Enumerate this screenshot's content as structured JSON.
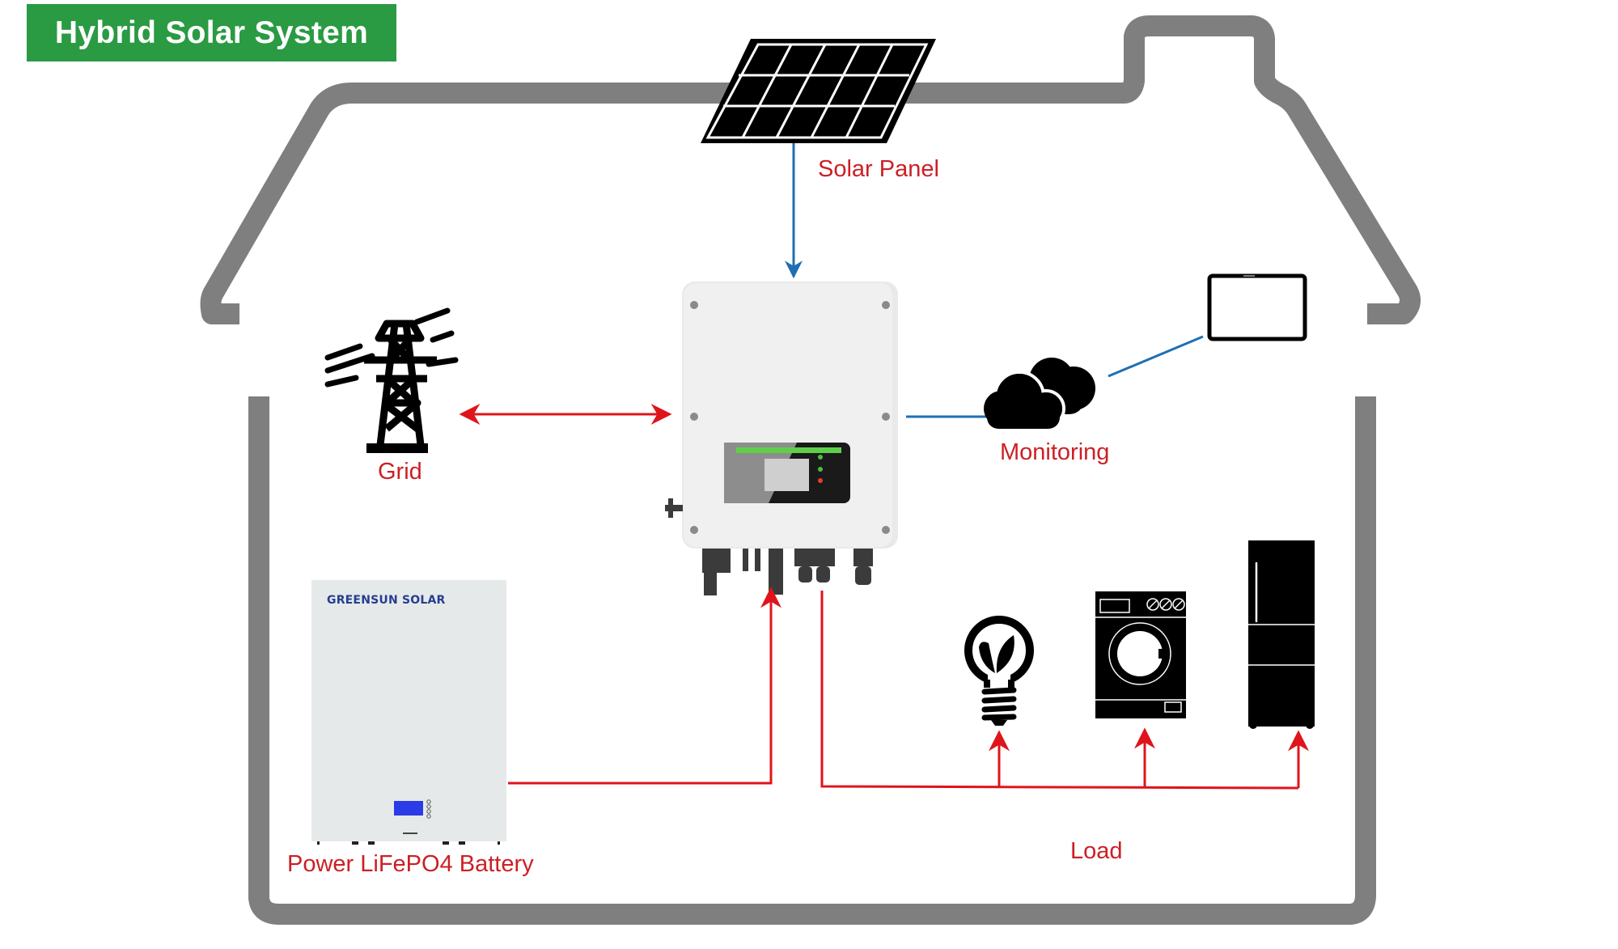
{
  "title": "Hybrid Solar System",
  "colors": {
    "title_bg": "#2a9a43",
    "label_text": "#cc1f25",
    "power_line": "#e0141b",
    "data_line": "#1f6fb2",
    "house_outline": "#7f7f7f",
    "battery_brand": "#233f8f"
  },
  "components": {
    "solar_panel": {
      "label": "Solar Panel",
      "icon": "solar-panel-icon"
    },
    "grid": {
      "label": "Grid",
      "icon": "power-tower-icon"
    },
    "inverter": {
      "label": "",
      "icon": "hybrid-inverter-icon"
    },
    "monitoring": {
      "label": "Monitoring",
      "icon": "cloud-icon",
      "device_icon": "tablet-icon"
    },
    "battery": {
      "label": "Power LiFePO4 Battery",
      "brand": "GREENSUN SOLAR",
      "icon": "battery-cabinet-icon"
    },
    "load": {
      "label": "Load",
      "appliances": [
        {
          "name": "Light bulb",
          "icon": "eco-lightbulb-icon"
        },
        {
          "name": "Washing machine",
          "icon": "washing-machine-icon"
        },
        {
          "name": "Refrigerator",
          "icon": "refrigerator-icon"
        }
      ]
    }
  },
  "connections": [
    {
      "from": "Solar Panel",
      "to": "Inverter",
      "type": "data-blue",
      "direction": "one-way"
    },
    {
      "from": "Grid",
      "to": "Inverter",
      "type": "power",
      "direction": "two-way"
    },
    {
      "from": "Inverter",
      "to": "Monitoring",
      "type": "data-blue",
      "direction": "none"
    },
    {
      "from": "Monitoring",
      "to": "Tablet",
      "type": "data-blue",
      "direction": "none"
    },
    {
      "from": "Battery",
      "to": "Inverter",
      "type": "power",
      "direction": "one-way"
    },
    {
      "from": "Inverter",
      "to": "Load",
      "type": "power",
      "direction": "one-way"
    }
  ]
}
